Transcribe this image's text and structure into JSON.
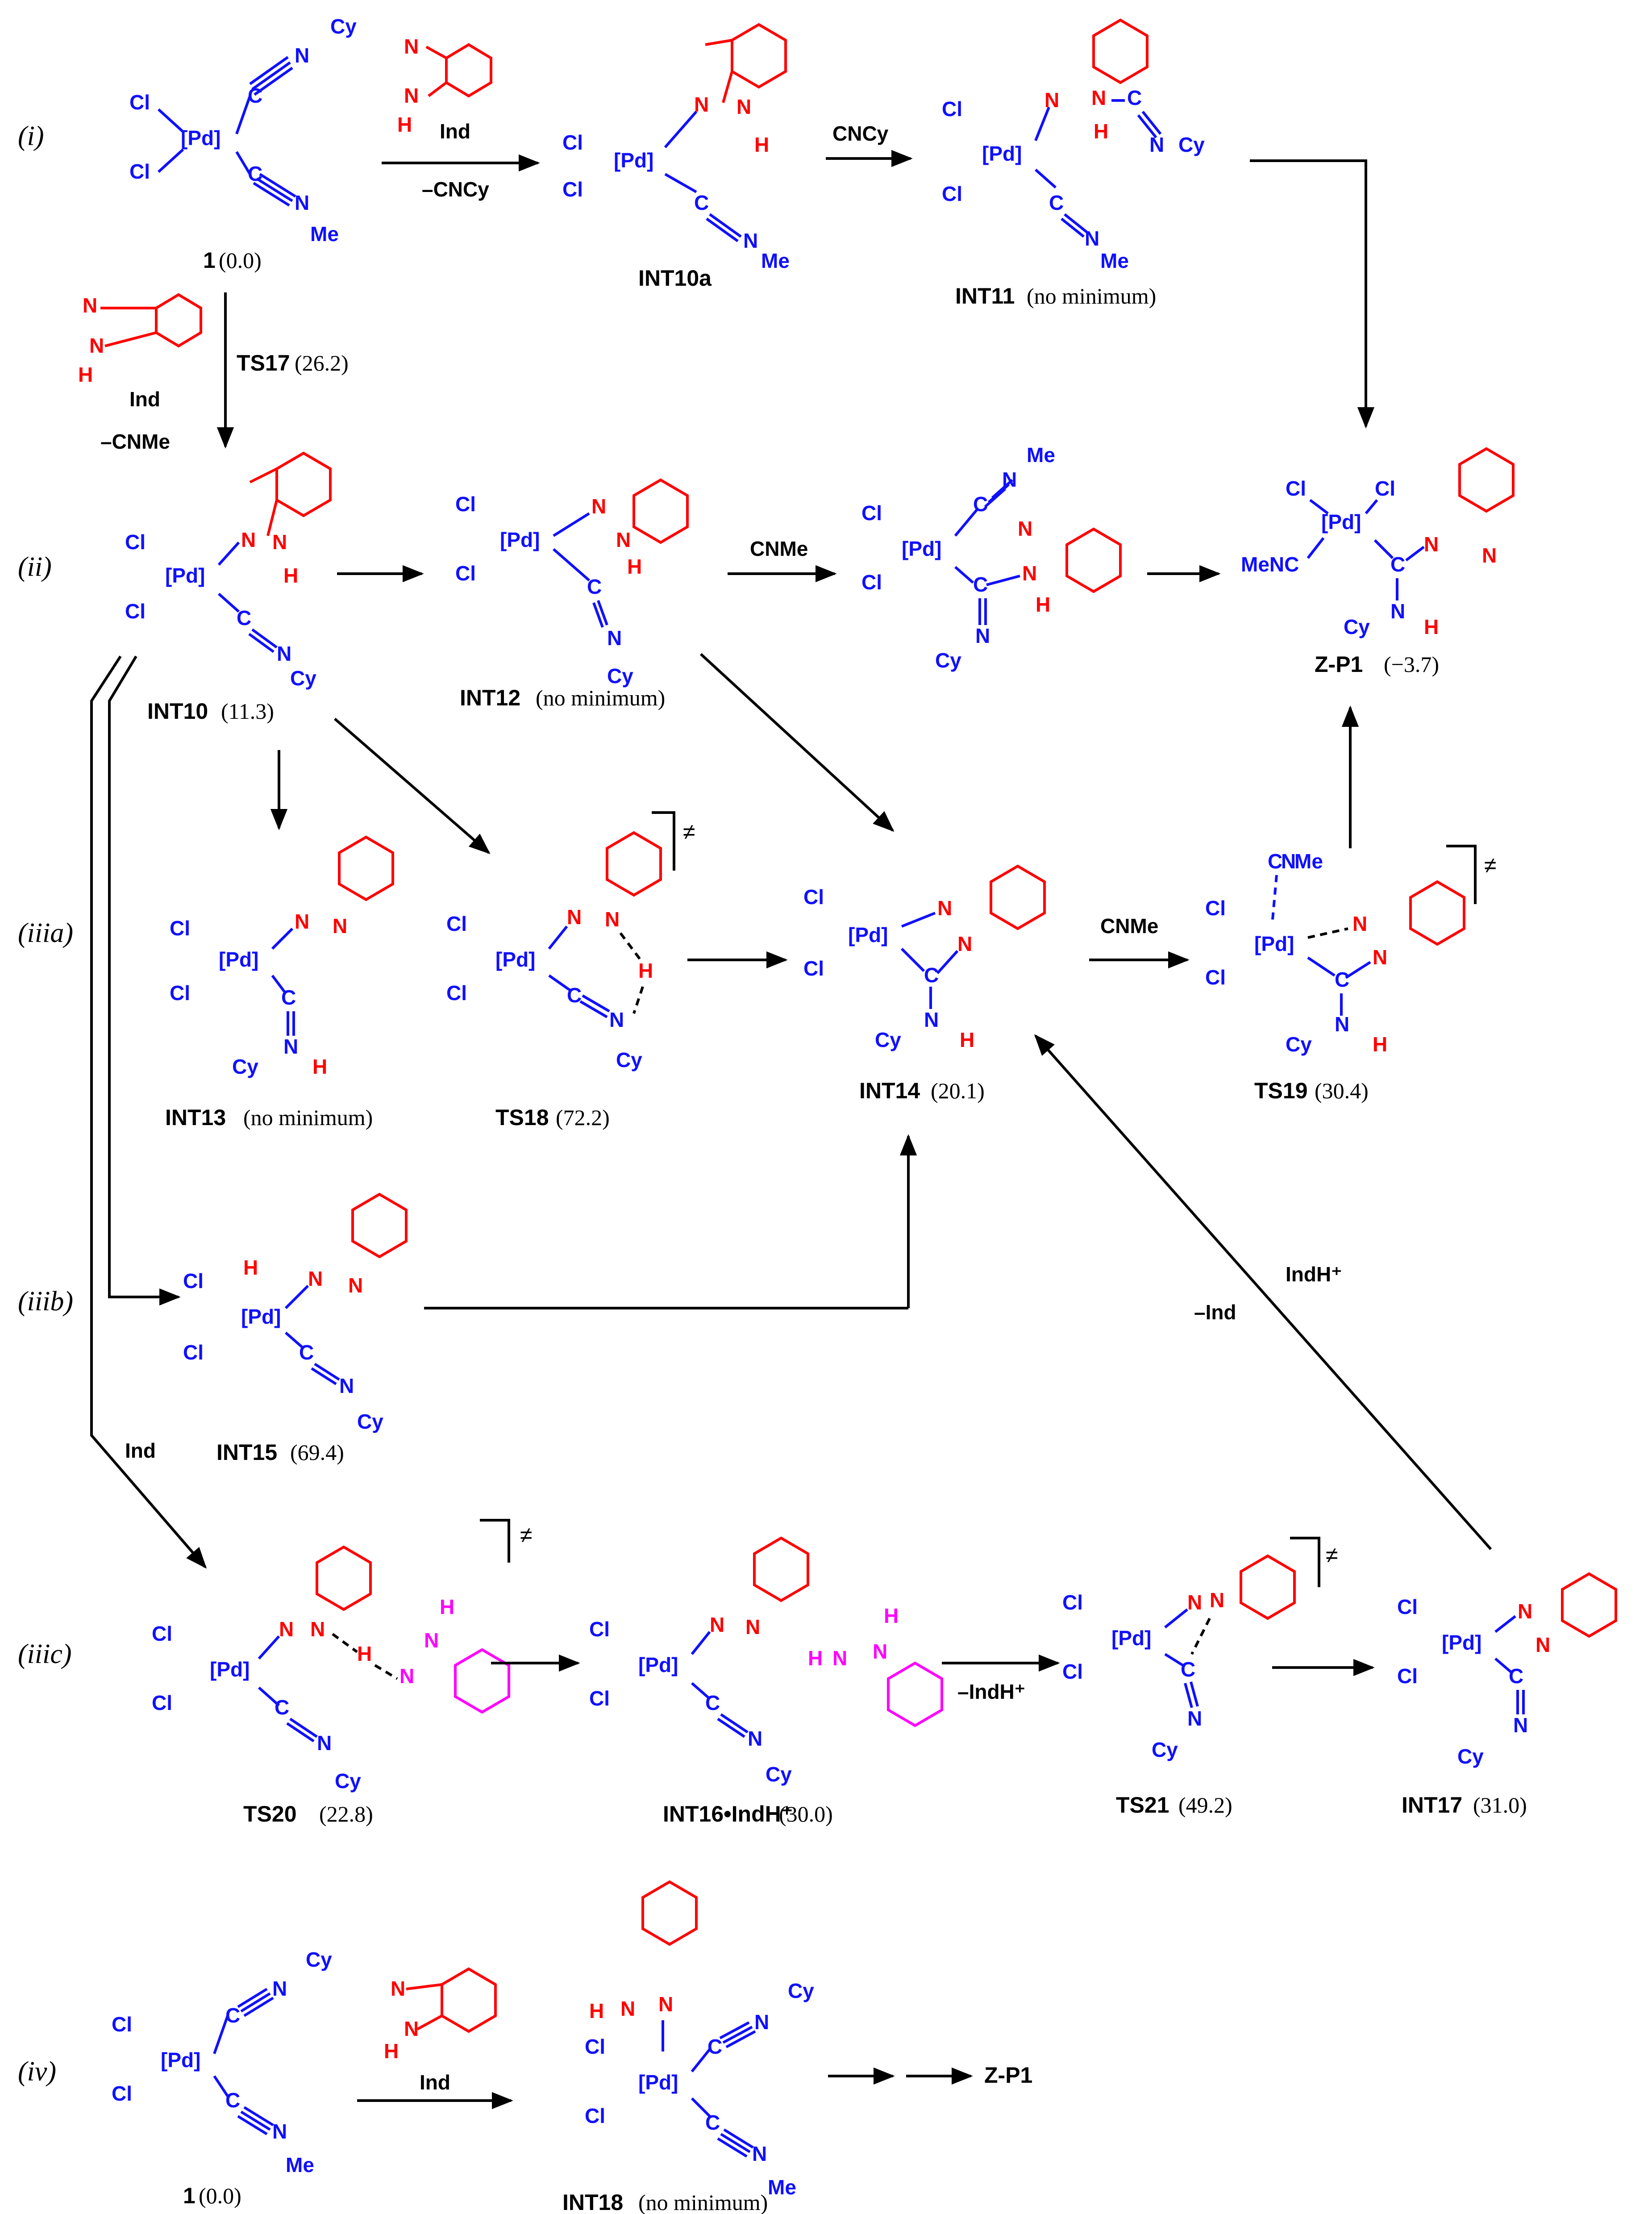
{
  "rows": [
    "(i)",
    "(ii)",
    "(iiia)",
    "(iiib)",
    "(iiic)",
    "(iv)"
  ],
  "species": {
    "s1_top": {
      "name": "1",
      "energy": "(0.0)"
    },
    "int10a": {
      "name": "INT10a"
    },
    "int11": {
      "name": "INT11",
      "note": "(no minimum)"
    },
    "int10": {
      "name": "INT10",
      "energy": "(11.3)"
    },
    "int12": {
      "name": "INT12",
      "note": "(no minimum)"
    },
    "zp1": {
      "name": "Z-P1",
      "energy": "(−3.7)"
    },
    "int13": {
      "name": "INT13",
      "note": "(no minimum)"
    },
    "ts18": {
      "name": "TS18",
      "energy": "(72.2)"
    },
    "int14": {
      "name": "INT14",
      "energy": "(20.1)"
    },
    "ts19": {
      "name": "TS19",
      "energy": "(30.4)"
    },
    "int15": {
      "name": "INT15",
      "energy": "(69.4)"
    },
    "ts20": {
      "name": "TS20",
      "energy": "(22.8)"
    },
    "int16": {
      "name": "INT16•IndH⁺",
      "energy": "(30.0)"
    },
    "ts21": {
      "name": "TS21",
      "energy": "(49.2)"
    },
    "int17": {
      "name": "INT17",
      "energy": "(31.0)"
    },
    "s1_bottom": {
      "name": "1",
      "energy": "(0.0)"
    },
    "int18": {
      "name": "INT18",
      "note": "(no minimum)"
    },
    "zp1_bottom": {
      "name": "Z-P1"
    }
  },
  "conditions": {
    "ind": "Ind",
    "minus_cncy": "–CNCy",
    "cncy": "CNCy",
    "ts17": "TS17",
    "ts17_energy": "(26.2)",
    "minus_cnme": "–CNMe",
    "cnme": "CNMe",
    "indh_plus": "IndH⁺",
    "minus_ind": "–Ind",
    "minus_indh_plus": "–IndH⁺"
  },
  "atoms": {
    "pd": "[Pd]",
    "cl": "Cl",
    "n": "N",
    "h": "H",
    "c": "C",
    "cy": "Cy",
    "me": "Me",
    "mencn": "MeNC"
  },
  "ts_symbol": "≠",
  "colors": {
    "metal_fragment": "#1010ff",
    "indazole": "#ff0000",
    "second_indazole": "#ff00ff",
    "arrows": "#000000"
  }
}
